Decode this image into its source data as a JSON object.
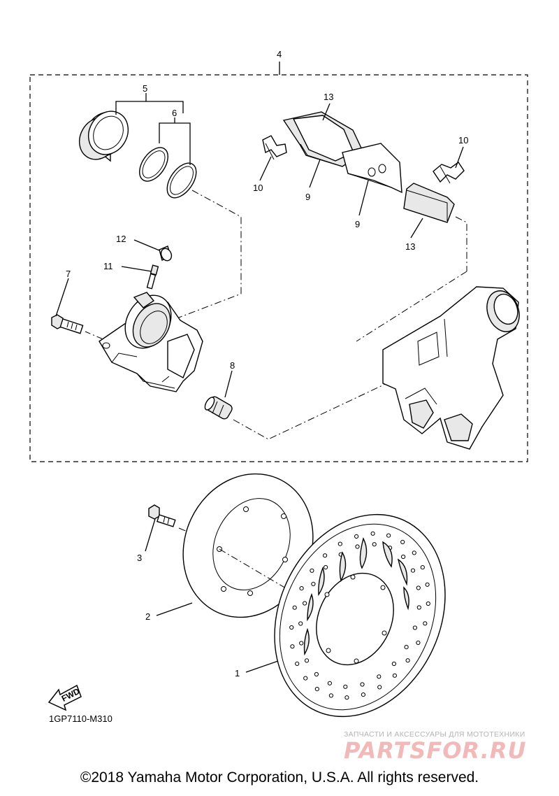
{
  "diagram_code": "1GP7110-M310",
  "fwd_text": "FWD",
  "copyright": "©2018 Yamaha Motor Corporation, U.S.A. All rights reserved.",
  "watermark": {
    "tagline": "ЗАПЧАСТИ И АКСЕССУАРЫ ДЛЯ МОТОТЕХНИКИ",
    "brand": "PARTSFOR.RU"
  },
  "callouts": {
    "c1": "1",
    "c2": "2",
    "c3": "3",
    "c4": "4",
    "c5": "5",
    "c6": "6",
    "c7": "7",
    "c8": "8",
    "c9a": "9",
    "c9b": "9",
    "c10a": "10",
    "c10b": "10",
    "c11": "11",
    "c12": "12",
    "c13a": "13",
    "c13b": "13"
  }
}
